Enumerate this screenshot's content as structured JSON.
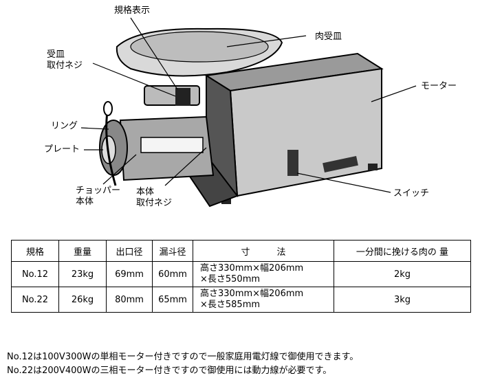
{
  "figure": {
    "labels": {
      "spec_display": "規格表示",
      "tray_screw": "受皿\n取付ネジ",
      "meat_tray": "肉受皿",
      "motor": "モーター",
      "ring": "リング",
      "plate": "プレート",
      "chopper_body": "チョッパー\n本体",
      "body_screw": "本体\n取付ネジ",
      "switch": "スイッチ"
    }
  },
  "table": {
    "headers": [
      "規格",
      "重量",
      "出口径",
      "漏斗径",
      "寸　　　法",
      "一分間に挽ける肉の 量"
    ],
    "rows": [
      {
        "model": "No.12",
        "weight": "23kg",
        "outlet": "69mm",
        "funnel": "60mm",
        "size_line1": "高さ330mm×幅206mm",
        "size_line2": "×長さ550mm",
        "capacity": "2kg"
      },
      {
        "model": "No.22",
        "weight": "26kg",
        "outlet": "80mm",
        "funnel": "65mm",
        "size_line1": "高さ330mm×幅206mm",
        "size_line2": "×長さ585mm",
        "capacity": "3kg"
      }
    ]
  },
  "notes": [
    "No.12は100V300Wの単相モーター付きですので一般家庭用電灯線で御使用できます。",
    "No.22は200V400Wの三相モーター付きですので御使用には動力線が必要です。"
  ]
}
